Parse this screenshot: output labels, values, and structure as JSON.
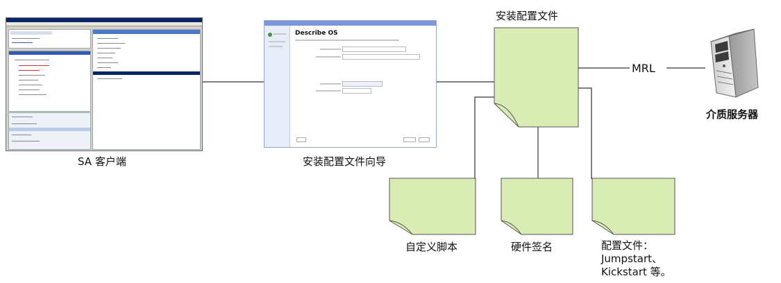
{
  "labels": {
    "sa_client": "SA 客户端",
    "wizard": "安装配置文件向导",
    "install_profile": "安装配置文件",
    "media_server": "介质服务器",
    "mrl": "MRL",
    "custom_script": "自定义脚本",
    "hardware_signature": "硬件签名",
    "config_file_line1": "配置文件：",
    "config_file_line2": "Jumpstart、",
    "config_file_line3": "Kickstart 等。"
  },
  "wizard_window": {
    "heading": "Describe OS"
  },
  "colors": {
    "doc_fill": "#d9ecb3",
    "doc_stroke": "#555555",
    "connector": "#333333",
    "wizard_accent": "#7a96df"
  }
}
